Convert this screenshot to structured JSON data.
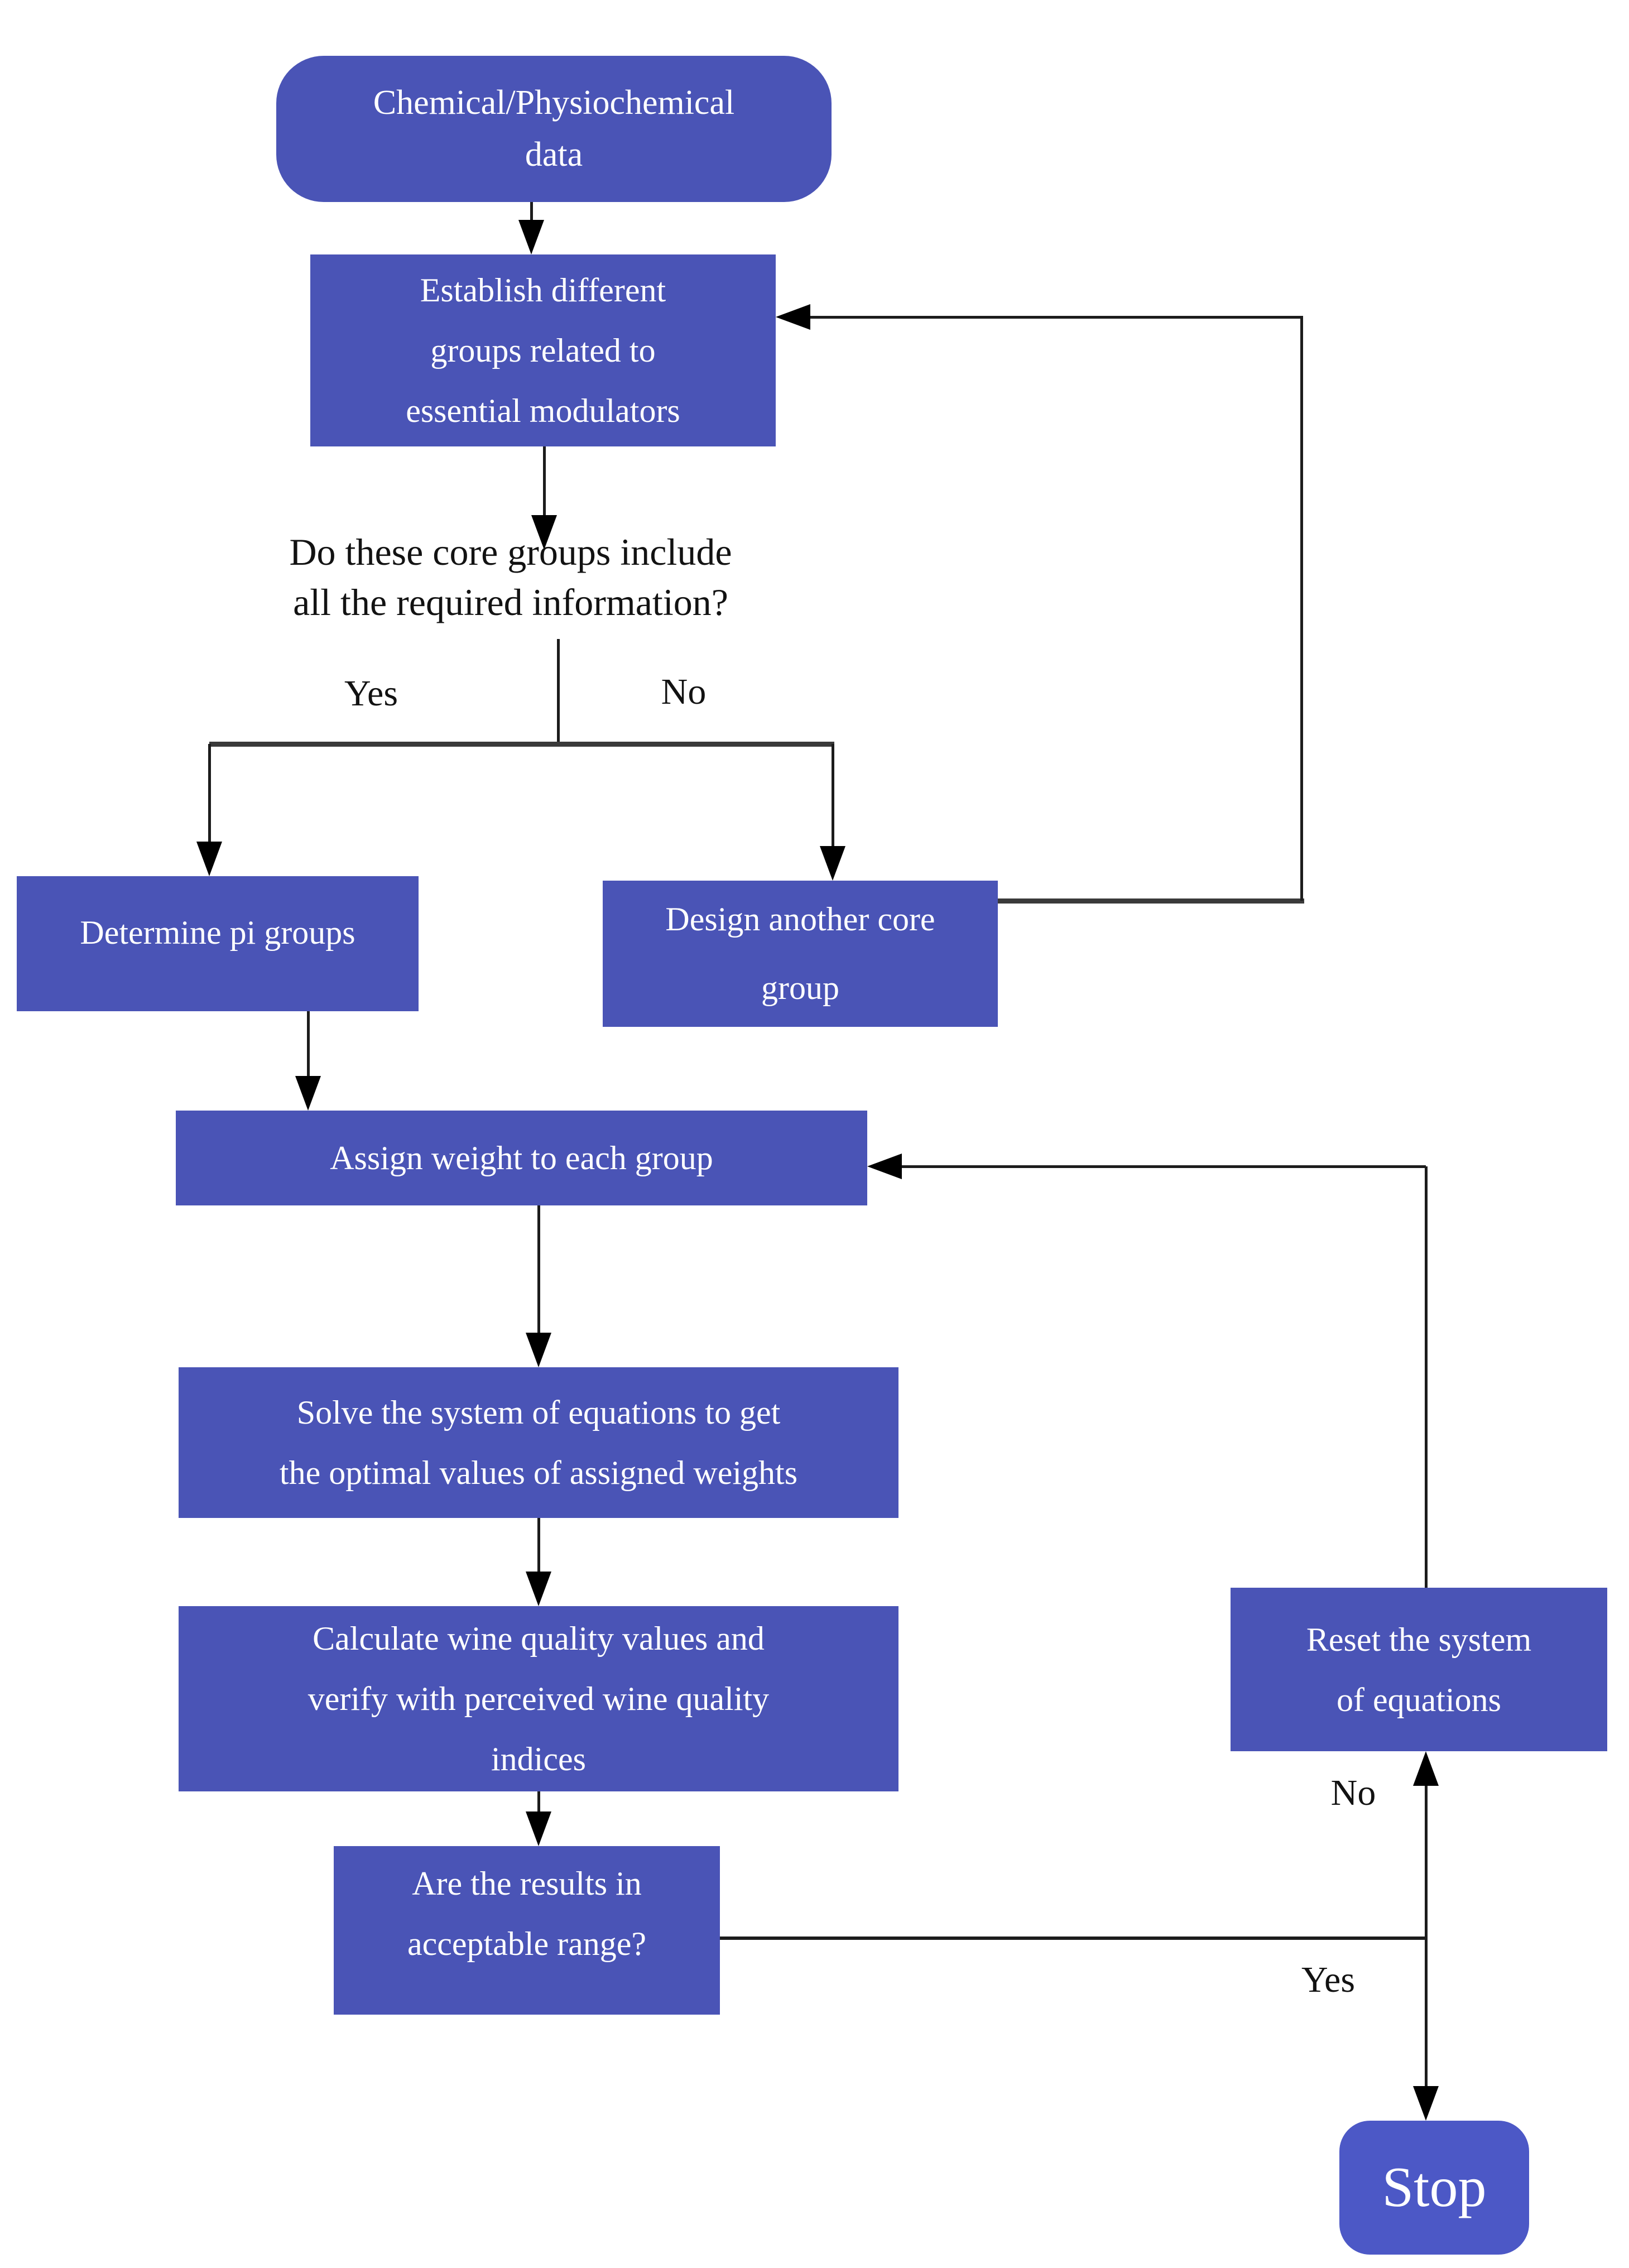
{
  "nodes": {
    "start": {
      "line1": "Chemical/Physiochemical",
      "line2": "data"
    },
    "establish": {
      "line1": "Establish different",
      "line2": "groups related to",
      "line3": "essential modulators"
    },
    "question": {
      "line1": "Do these core groups include",
      "line2": "all the required information?"
    },
    "determine": {
      "label": "Determine pi groups"
    },
    "design": {
      "line1": "Design another core",
      "line2": "group"
    },
    "assign": {
      "label": "Assign weight to each group"
    },
    "solve": {
      "line1": "Solve the system of equations to get",
      "line2": "the optimal values of assigned weights"
    },
    "calculate": {
      "line1": "Calculate wine quality values and",
      "line2": "verify with perceived wine quality",
      "line3": "indices"
    },
    "results": {
      "line1": "Are the results in",
      "line2": "acceptable range?"
    },
    "reset": {
      "line1": "Reset the system",
      "line2": "of equations"
    },
    "stop": {
      "label": "Stop"
    }
  },
  "branch_labels": {
    "yes_left": "Yes",
    "no_right": "No",
    "no_reset": "No",
    "yes_stop": "Yes"
  },
  "colors": {
    "node_fill": "#4a54b6",
    "stop_fill": "#4c58c6",
    "node_text": "#ffffff",
    "label_text": "#121212",
    "line": "#1c1c1c",
    "thick_line": "#3a3a3a",
    "background": "#ffffff"
  }
}
